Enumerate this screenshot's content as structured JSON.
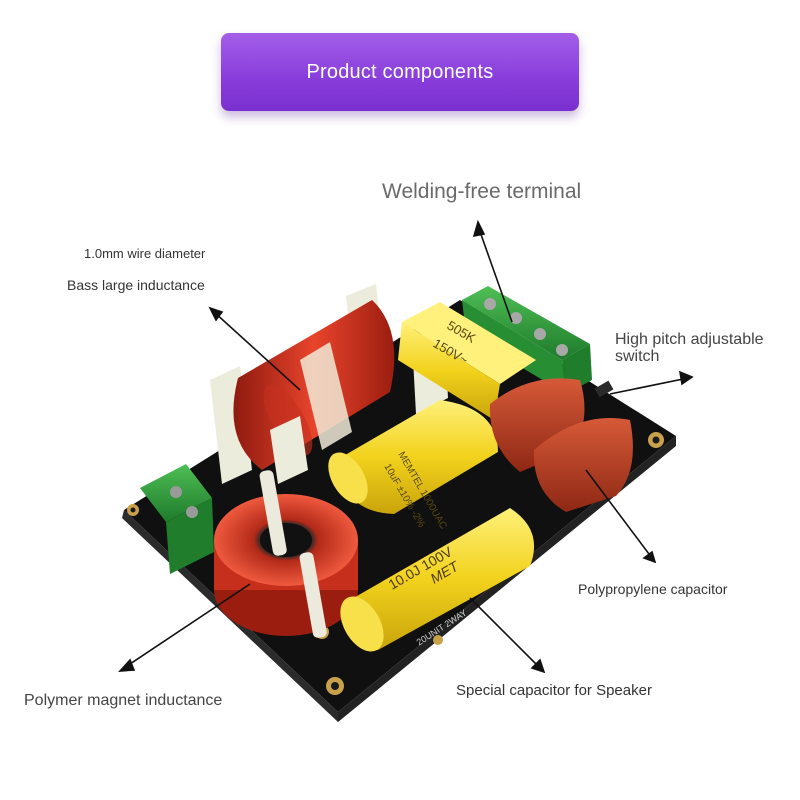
{
  "banner": {
    "title": "Product components"
  },
  "labels": {
    "welding_free_terminal": "Welding-free terminal",
    "wire_diameter": "1.0mm wire diameter",
    "bass_inductance": "Bass large inductance",
    "high_pitch_switch": "High pitch adjustable switch",
    "polypropylene_capacitor": "Polypropylene capacitor",
    "polymer_magnet_inductance": "Polymer magnet inductance",
    "special_capacitor": "Special capacitor for Speaker"
  },
  "component_markings": {
    "yellow_cap_top": [
      "505K",
      "150V~"
    ],
    "yellow_cap_middle": [
      "MEMTEL 1000UAC",
      "10uF ±10% -2%"
    ],
    "yellow_cap_front": [
      "10.0J 100V",
      "MET"
    ],
    "board_text": "20UNIT 2WAY"
  },
  "colors": {
    "banner": "#8a3fdc",
    "pcb": "#141414",
    "copper_coil": "#d8321f",
    "yellow_capacitor": "#f2d21c",
    "red_capacitor": "#b8391f",
    "terminal_green": "#2f9b3d"
  }
}
